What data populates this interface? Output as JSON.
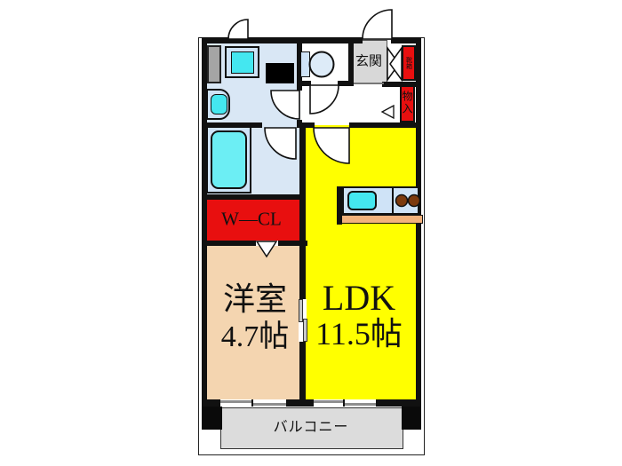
{
  "plan": {
    "entrance_label": "玄関",
    "shoe_box_label": "靴箱",
    "storage_label": "物入",
    "walk_in_closet_label": "W—CL",
    "western_room_label": "洋室",
    "western_room_size": "4.7帖",
    "ldk_label": "LDK",
    "ldk_size": "11.5帖",
    "balcony_label": "バルコニー"
  },
  "colors": {
    "ldk_yellow": "#ffff00",
    "western_room_tan": "#f4d5b0",
    "closet_red": "#e80f0f",
    "entrance_gray": "#d8d8d8",
    "balcony_gray": "#dcdcdc",
    "wet_area_blue": "#d9e7f5",
    "fixture_cyan": "#44e7f0",
    "wall_black": "#111111"
  },
  "fixtures": {
    "bathtub": "bathtub",
    "washbasin": "washbasin",
    "washing_machine_pan": "washing-machine-pan",
    "toilet": "toilet",
    "kitchen_counter": "kitchen-counter",
    "kitchen_sink": "kitchen-sink",
    "stove_burners": "stove-burners",
    "pipe_shaft": "pipe-shaft"
  }
}
